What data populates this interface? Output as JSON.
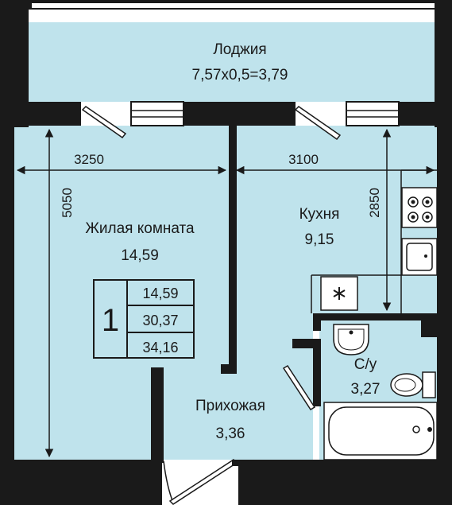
{
  "colors": {
    "room": "#bfe3ec",
    "wall": "#1a1a1a",
    "line": "#1a1a1a"
  },
  "rooms": {
    "loggia": {
      "name": "Лоджия",
      "area": "7,57х0,5=3,79"
    },
    "living": {
      "name": "Жилая комната",
      "area": "14,59"
    },
    "kitchen": {
      "name": "Кухня",
      "area": "9,15"
    },
    "hall": {
      "name": "Прихожая",
      "area": "3,36"
    },
    "bath": {
      "name": "С/у",
      "area": "3,27"
    }
  },
  "dimensions": {
    "living_width": "3250",
    "kitchen_width": "3100",
    "height_left": "5050",
    "kitchen_depth": "2850"
  },
  "summary": {
    "rooms_count": "1",
    "living_area": "14,59",
    "total_area": "30,37",
    "total_with_loggia": "34,16"
  },
  "icons": [
    "gas-stove-icon",
    "kitchen-sink-icon",
    "fridge-icon",
    "washbasin-icon",
    "toilet-icon",
    "bathtub-icon"
  ]
}
